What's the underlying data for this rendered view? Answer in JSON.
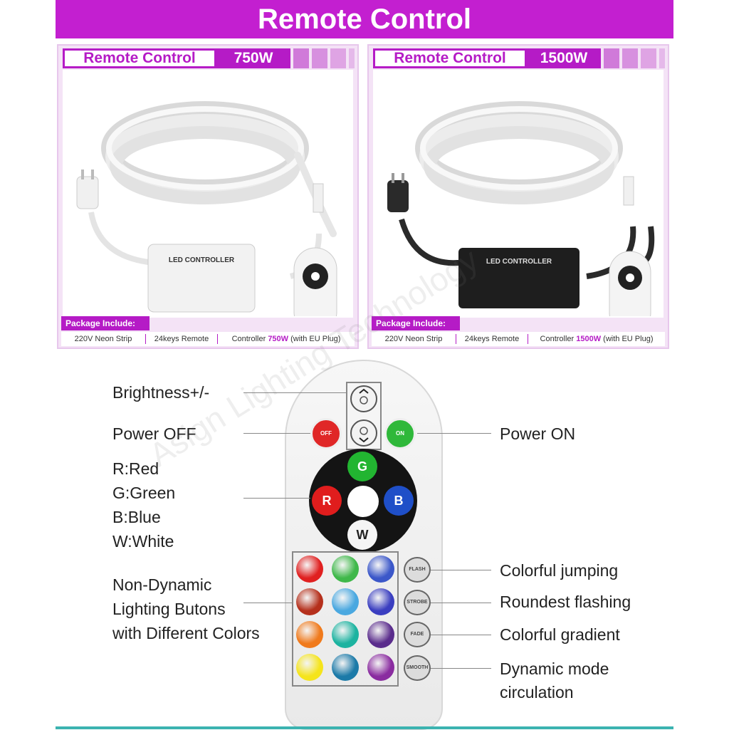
{
  "banner": {
    "title": "Remote Control"
  },
  "panels": [
    {
      "title": "Remote Control",
      "watt": "750W",
      "package_label": "Package Include:",
      "items": [
        "220V Neon Strip",
        "24keys Remote"
      ],
      "controller_prefix": "Controller ",
      "controller_watt": "750W",
      "controller_suffix": " (with EU Plug)",
      "controller_box_label": "LED CONTROLLER",
      "controller_color": "#ffffff"
    },
    {
      "title": "Remote Control",
      "watt": "1500W",
      "package_label": "Package Include:",
      "items": [
        "220V Neon Strip",
        "24keys Remote"
      ],
      "controller_prefix": "Controller ",
      "controller_watt": "1500W",
      "controller_suffix": " (with EU Plug)",
      "controller_box_label": "LED CONTROLLER",
      "controller_color": "#1e1e1e"
    }
  ],
  "remote": {
    "buttons": {
      "off": "OFF",
      "on": "ON",
      "g": "G",
      "r": "R",
      "b": "B",
      "w": "W",
      "flash": "FLASH",
      "strobe": "STROBE",
      "fade": "FADE",
      "smooth": "SMOOTH"
    },
    "color_buttons": [
      "#e02020",
      "#3fb84a",
      "#3b57c9",
      "#b5301c",
      "#4aa8e0",
      "#3a3ec0",
      "#f07a1c",
      "#1cb3a0",
      "#5a2c8c",
      "#f5e41c",
      "#1c7aa8",
      "#8a2ca0"
    ]
  },
  "labels": {
    "brightness": "Brightness+/-",
    "power_off": "Power OFF",
    "colors": [
      "R:Red",
      "G:Green",
      "B:Blue",
      "W:White"
    ],
    "non_dynamic": [
      "Non-Dynamic",
      "Lighting Butons",
      "with Different Colors"
    ],
    "power_on": "Power ON",
    "flash": "Colorful jumping",
    "strobe": "Roundest flashing",
    "fade": "Colorful gradient",
    "smooth": [
      "Dynamic mode",
      "circulation"
    ]
  },
  "watermark": "Asign Lighting Technology"
}
